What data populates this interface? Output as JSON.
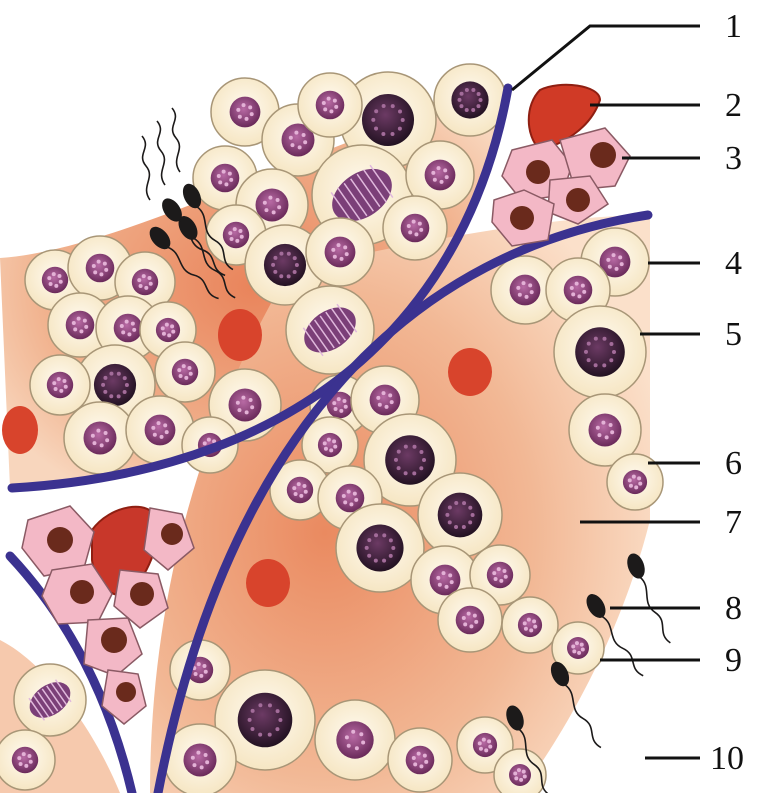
{
  "labels": [
    "1",
    "2",
    "3",
    "4",
    "5",
    "6",
    "7",
    "8",
    "9",
    "10"
  ],
  "colors": {
    "background": "#ffffff",
    "lumen": "#f3c2a0",
    "lumen_deep": "#e98a5f",
    "basement_membrane": "#3b3290",
    "cell_cytoplasm": "#fbf1d6",
    "cell_outline": "#9a8d73",
    "nucleus": "#7a3a66",
    "nucleus_dots": "#d7a0c8",
    "dark_nucleus": "#3a1c38",
    "red_blood_cell": "#d8442c",
    "interstitial_cell": "#f2b5c4",
    "interstitial_nucleus": "#6a2a1c",
    "sperm_head": "#1c1a1a",
    "leader_line": "#111111"
  }
}
